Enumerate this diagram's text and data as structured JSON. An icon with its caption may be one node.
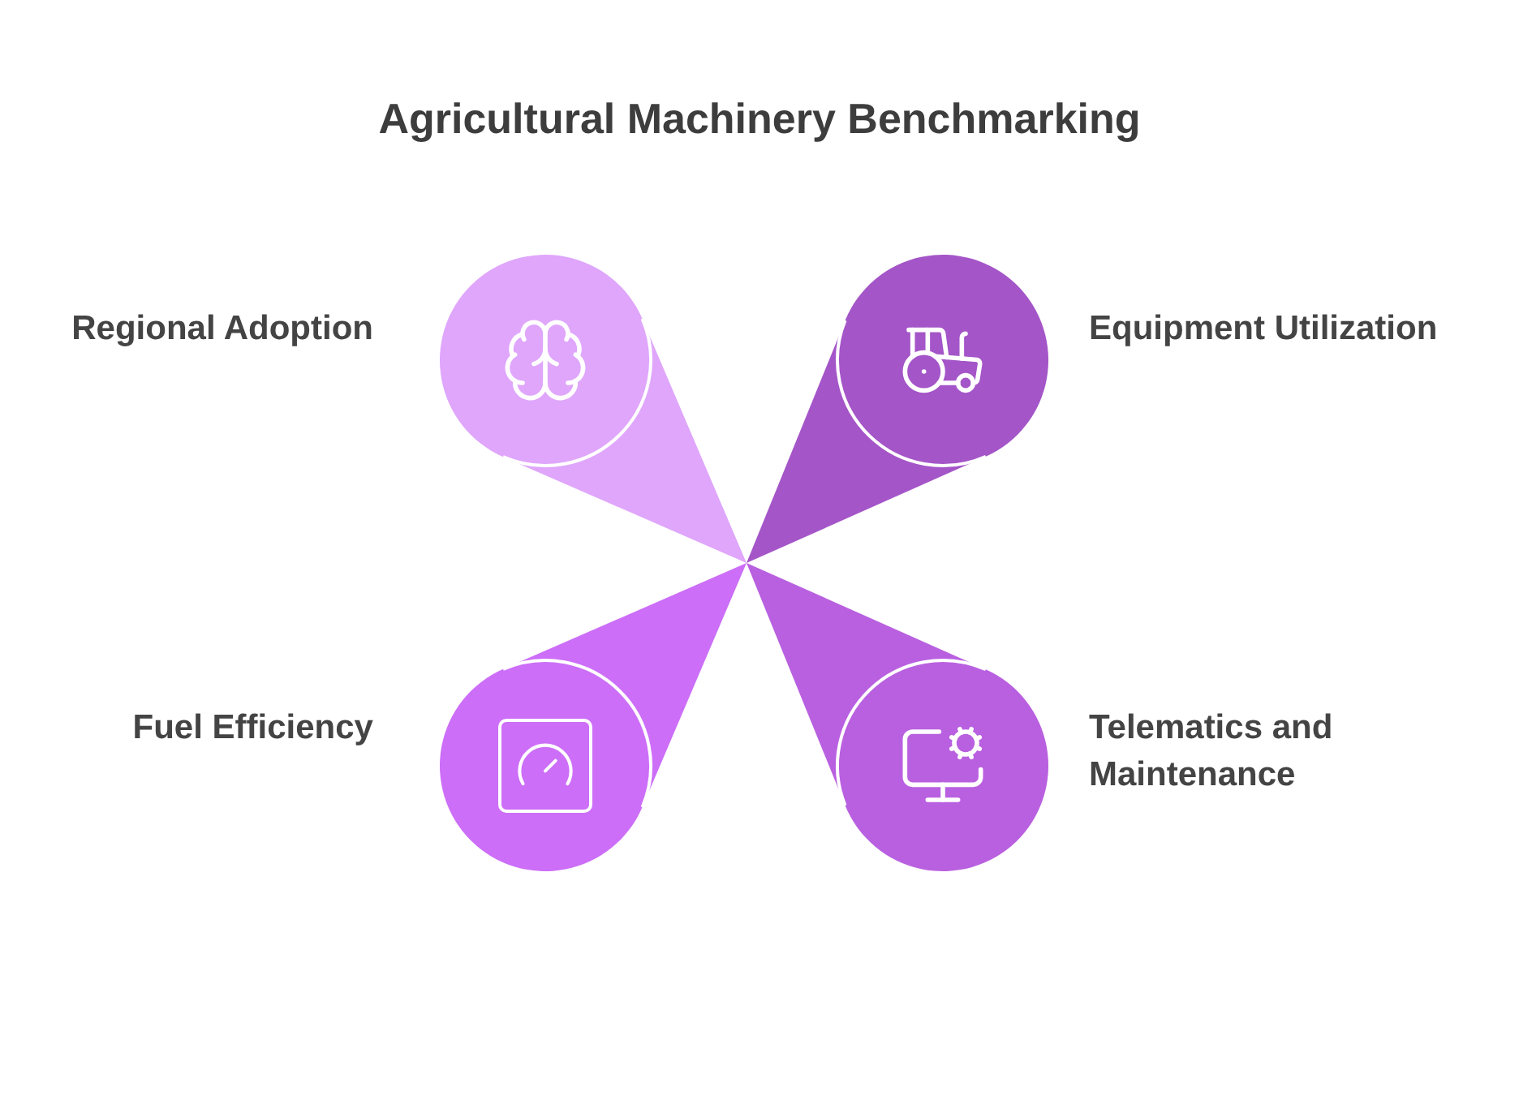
{
  "diagram": {
    "title": "Agricultural Machinery Benchmarking",
    "nodes": [
      {
        "text": [
          "Regional Adoption"
        ]
      },
      {
        "text": [
          "Equipment Utilization"
        ]
      },
      {
        "text": [
          "Fuel Efficiency"
        ]
      },
      {
        "text": [
          "Telematics and Maintenance"
        ]
      }
    ]
  }
}
